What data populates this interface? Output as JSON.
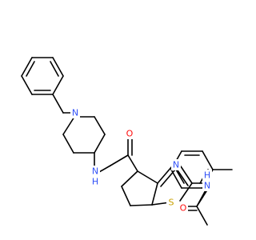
{
  "structure": {
    "atoms": {
      "n_pip": {
        "label": "N",
        "color": "#3050f8"
      },
      "n_amide": {
        "label": "N",
        "color": "#3050f8"
      },
      "h_amide": {
        "label": "H",
        "color": "#3050f8"
      },
      "o_amide": {
        "label": "O",
        "color": "#ff0d0d"
      },
      "n_thiazole": {
        "label": "N",
        "color": "#3050f8"
      },
      "s_thiazole": {
        "label": "S",
        "color": "#c8a000"
      },
      "n_amide2": {
        "label": "N",
        "color": "#3050f8"
      },
      "h_amide2": {
        "label": "H",
        "color": "#3050f8"
      },
      "o_amide2": {
        "label": "O",
        "color": "#ff0d0d"
      }
    }
  }
}
